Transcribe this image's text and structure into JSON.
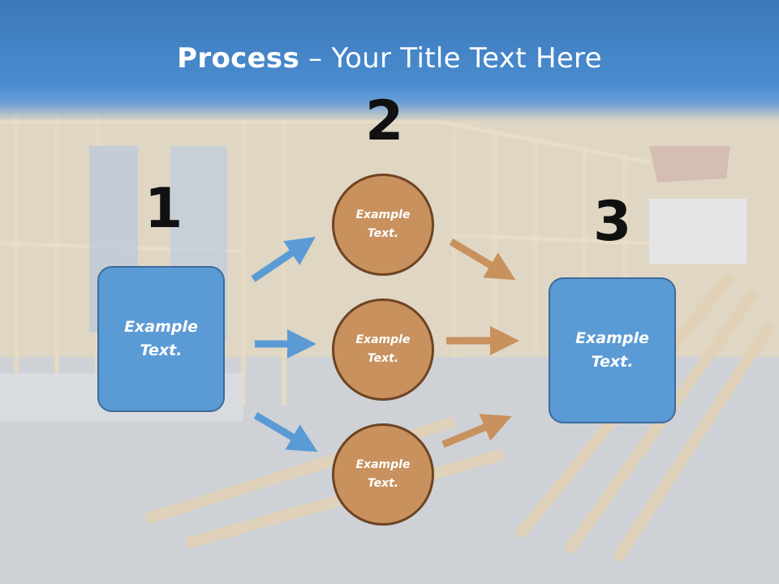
{
  "title": {
    "bold": "Process",
    "rest": " – Your Title Text Here"
  },
  "steps": {
    "one": "1",
    "two": "2",
    "three": "3"
  },
  "left_box": {
    "line1": "Example",
    "line2": "Text."
  },
  "right_box": {
    "line1": "Example",
    "line2": "Text."
  },
  "circles": [
    {
      "line1": "Example",
      "line2": "Text."
    },
    {
      "line1": "Example",
      "line2": "Text."
    },
    {
      "line1": "Example",
      "line2": "Text."
    }
  ],
  "colors": {
    "header_blue": "#4a8cd0",
    "box_blue": "#5b9bd5",
    "circle_tan": "#c8915e",
    "arrow_blue": "#5b9bd5",
    "arrow_tan": "#c8915e"
  }
}
